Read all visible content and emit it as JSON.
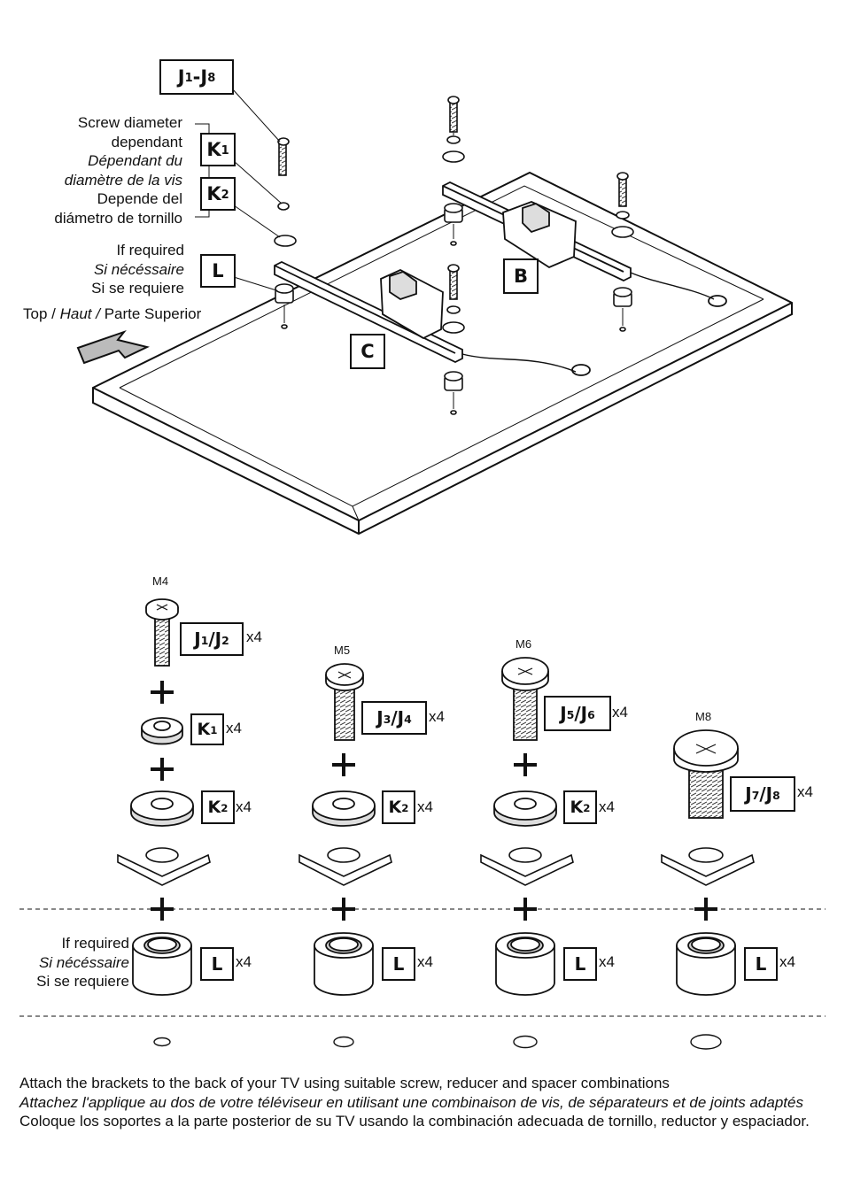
{
  "top_diagram": {
    "part_labels": {
      "J": "J1-J8",
      "K1": "K1",
      "K2": "K2",
      "L": "L",
      "B": "B",
      "C": "C"
    },
    "screw_diameter_note": {
      "en_line1": "Screw diameter",
      "en_line2": "dependant",
      "fr_line1": "Dépendant du",
      "fr_line2": "diamètre de la vis",
      "es_line1": "Depende del",
      "es_line2": "diámetro de tornillo"
    },
    "if_required": {
      "en": "If required",
      "fr": "Si nécéssaire",
      "es": "Si se requiere"
    },
    "top_direction": {
      "en": "Top / ",
      "fr": "Haut / ",
      "es": "Parte Superior"
    }
  },
  "combinations": {
    "columns": [
      {
        "screw_size": "M4",
        "screw_label": "J1/J2",
        "screw_qty": "x4",
        "reducer_label": "K1",
        "reducer_qty": "x4",
        "washer_label": "K2",
        "washer_qty": "x4",
        "spacer_label": "L",
        "spacer_qty": "x4"
      },
      {
        "screw_size": "M5",
        "screw_label": "J3/J4",
        "screw_qty": "x4",
        "washer_label": "K2",
        "washer_qty": "x4",
        "spacer_label": "L",
        "spacer_qty": "x4"
      },
      {
        "screw_size": "M6",
        "screw_label": "J5/J6",
        "screw_qty": "x4",
        "washer_label": "K2",
        "washer_qty": "x4",
        "spacer_label": "L",
        "spacer_qty": "x4"
      },
      {
        "screw_size": "M8",
        "screw_label": "J7/J8",
        "screw_qty": "x4",
        "spacer_label": "L",
        "spacer_qty": "x4"
      }
    ],
    "if_required": {
      "en": "If required",
      "fr": "Si nécéssaire",
      "es": "Si se requiere"
    }
  },
  "instructions": {
    "en": "Attach the brackets to the back of your TV using suitable screw, reducer and spacer combinations",
    "fr": "Attachez l'applique au dos de votre téléviseur en utilisant une combinaison de vis, de séparateurs et de joints adaptés",
    "es": "Coloque los soportes a la parte posterior de su TV usando la combinación adecuada de tornillo, reductor y espaciador."
  }
}
